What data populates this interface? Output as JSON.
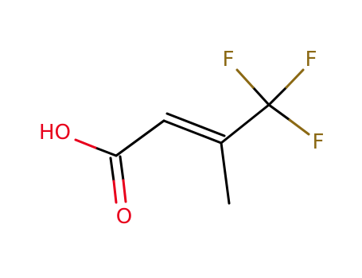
{
  "molecule": {
    "atoms": {
      "hydroxyl": {
        "label": "HO",
        "color": "#e8001c"
      },
      "carbonyl_oxygen": {
        "label": "O",
        "color": "#e8001c"
      },
      "fluorine_1": {
        "label": "F",
        "color": "#8b6914"
      },
      "fluorine_2": {
        "label": "F",
        "color": "#8b6914"
      },
      "fluorine_3": {
        "label": "F",
        "color": "#8b6914"
      }
    },
    "colors": {
      "bond": "#000000",
      "oxygen": "#e8001c",
      "fluorine": "#8b6914"
    }
  }
}
